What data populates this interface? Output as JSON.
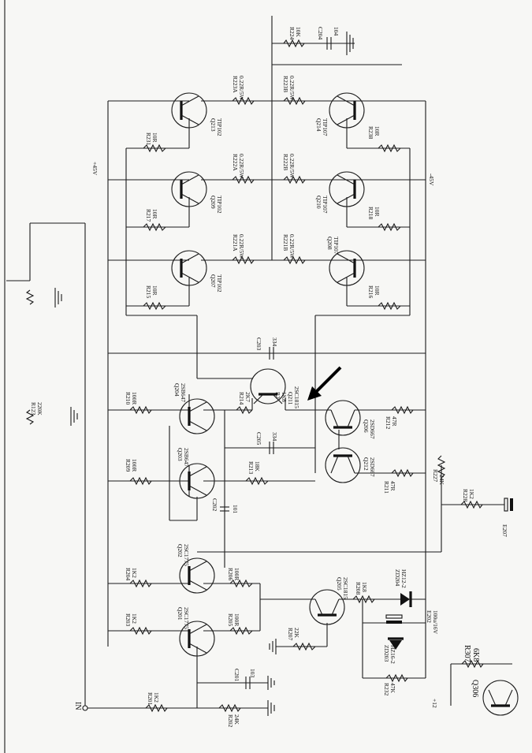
{
  "labels": {
    "in": "IN",
    "pos45": "+45V",
    "neg45": "-45V",
    "pos12": "+12",
    "r224": "R224",
    "r224v": "10K",
    "c204": "C204",
    "c204v": "104",
    "r223a": "R223A",
    "r223av": "0.22R/5W",
    "r223b": "R223B",
    "r223bv": "0.22R/5W",
    "r222a": "R222A",
    "r222av": "0.22R/5W",
    "r222b": "R222B",
    "r222bv": "0.22R/5W",
    "r221a": "R221A",
    "r221av": "0.22R/5W",
    "r221b": "R221B",
    "r221bv": "0.22R/5W",
    "q213": "Q213",
    "q213v": "TIP102",
    "q214": "Q214",
    "q214v": "TIP107",
    "q209": "Q209",
    "q209v": "TIP102",
    "q210": "Q210",
    "q210v": "TIP107",
    "q207": "Q207",
    "q207v": "TIP102",
    "q208": "Q208",
    "q208v": "TIP107",
    "r231": "R231",
    "r231v": "10R",
    "r238": "R238",
    "r238v": "10R",
    "r217": "R217",
    "r217v": "10R",
    "r218": "R218",
    "r218v": "10R",
    "r215": "R215",
    "r215v": "10R",
    "r216": "R216",
    "r216v": "10R",
    "c203": "C203",
    "c203v": "334",
    "c205": "C205",
    "c205v": "334",
    "r123": "R123",
    "r123v": "220K",
    "r210": "R210",
    "r210v": "100R",
    "q204": "Q204",
    "q204v": "2SB647",
    "r214": "R214",
    "r214v": "2K7",
    "r2xx": "R2",
    "r2xxv": "1K8",
    "q211": "Q211",
    "q211v": "2SC1815",
    "q206": "Q206",
    "q206v": "2SD667",
    "r212": "R212",
    "r212v": "47R",
    "r209": "R209",
    "r209v": "100R",
    "q203": "Q203",
    "q203v": "2SB647",
    "r213": "R213",
    "r213v": "18K",
    "q212": "Q212",
    "q212v": "2SD667",
    "r211": "R211",
    "r211v": "47R",
    "r227": "R227",
    "r227v": "24K",
    "c202": "C202",
    "c202v": "101",
    "r228": "R228",
    "r228v": "1K2",
    "e207": "E207",
    "q202": "Q202",
    "q202v": "2SC1775",
    "r204": "R204",
    "r204v": "1K2",
    "r206": "R206",
    "r206v": "100R",
    "q205": "Q205",
    "q205v": "2SC1815",
    "r208": "R208",
    "r208v": "1K8",
    "zd204": "ZD204",
    "zd204v": "HZ12-2",
    "r203": "R203",
    "r203v": "1K2",
    "q201": "Q201",
    "q201v": "2SC1775",
    "r205": "R205",
    "r205v": "100R",
    "e202": "E202",
    "e202v": "100u/16V",
    "r207": "R207",
    "r207v": "22K",
    "zd203": "ZD203",
    "zd203v": "HZ16-2",
    "c201": "C201",
    "c201v": "103",
    "r232": "R232",
    "r232v": "47K",
    "r201": "R201",
    "r201v": "1K2",
    "r202": "R202",
    "r202v": "24K",
    "r307": "R307",
    "r307v": "6K8",
    "q306": "Q306"
  }
}
